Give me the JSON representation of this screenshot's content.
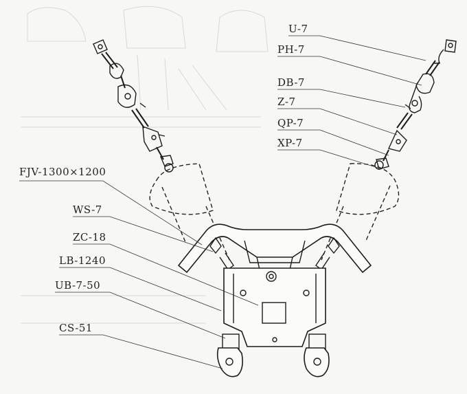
{
  "labels": {
    "right": [
      "U-7",
      "PH-7",
      "DB-7",
      "Z-7",
      "QP-7",
      "XP-7"
    ],
    "left": [
      "FJV-1300×1200",
      "WS-7",
      "ZC-18",
      "LB-1240",
      "UB-7-50",
      "CS-51"
    ]
  }
}
